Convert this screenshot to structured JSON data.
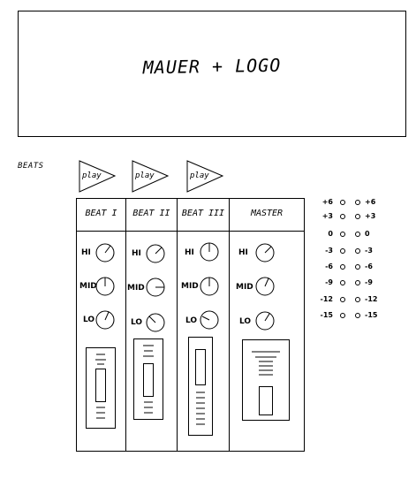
{
  "header": {
    "logo_text": "MAUER + LOGO"
  },
  "beats_label": "BEATS",
  "play_buttons": [
    {
      "label": "play"
    },
    {
      "label": "play"
    },
    {
      "label": "play"
    }
  ],
  "channels": [
    {
      "title": "BEAT I",
      "knobs": [
        {
          "label": "HI"
        },
        {
          "label": "MID"
        },
        {
          "label": "LO"
        }
      ]
    },
    {
      "title": "BEAT II",
      "knobs": [
        {
          "label": "HI"
        },
        {
          "label": "MID"
        },
        {
          "label": "LO"
        }
      ]
    },
    {
      "title": "BEAT III",
      "knobs": [
        {
          "label": "HI"
        },
        {
          "label": "MID"
        },
        {
          "label": "LO"
        }
      ]
    },
    {
      "title": "MASTER",
      "knobs": [
        {
          "label": "HI"
        },
        {
          "label": "MID"
        },
        {
          "label": "LO"
        }
      ]
    }
  ],
  "meter": {
    "levels": [
      "+6",
      "+3",
      "0",
      "-3",
      "-6",
      "-9",
      "-12",
      "-15"
    ]
  }
}
